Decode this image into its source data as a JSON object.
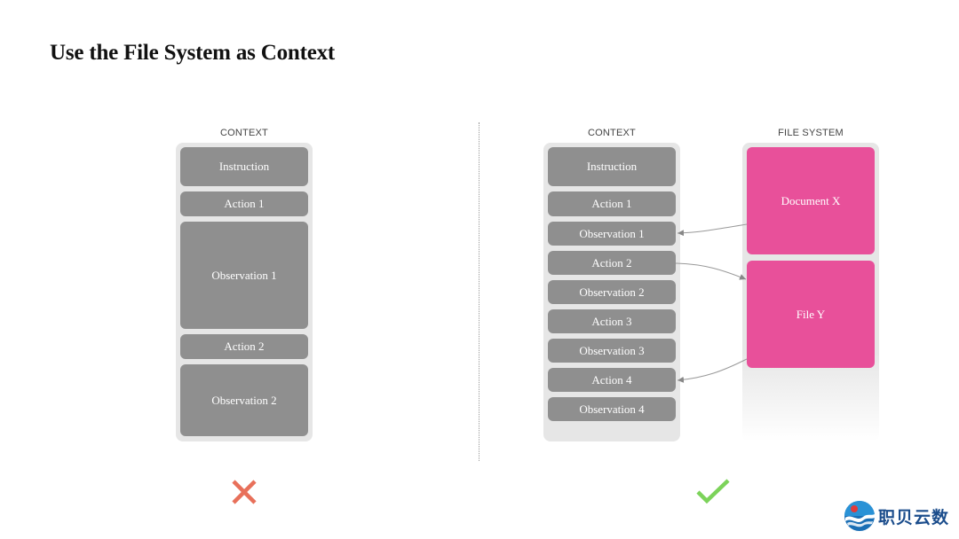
{
  "title": "Use the File System as Context",
  "left": {
    "header": "CONTEXT",
    "blocks": [
      "Instruction",
      "Action 1",
      "Observation 1",
      "Action 2",
      "Observation 2"
    ]
  },
  "right": {
    "context_header": "CONTEXT",
    "fs_header": "FILE SYSTEM",
    "blocks": [
      "Instruction",
      "Action 1",
      "Observation 1",
      "Action 2",
      "Observation 2",
      "Action 3",
      "Observation 3",
      "Action 4",
      "Observation 4"
    ],
    "files": [
      "Document X",
      "File Y"
    ]
  },
  "colors": {
    "block": "#8f8f8f",
    "panel": "#e6e6e6",
    "file": "#e8509a",
    "cross": "#e8705a",
    "check": "#7cd35a",
    "logo": "#1b4d8c"
  },
  "logo": {
    "text": "职贝云数"
  }
}
